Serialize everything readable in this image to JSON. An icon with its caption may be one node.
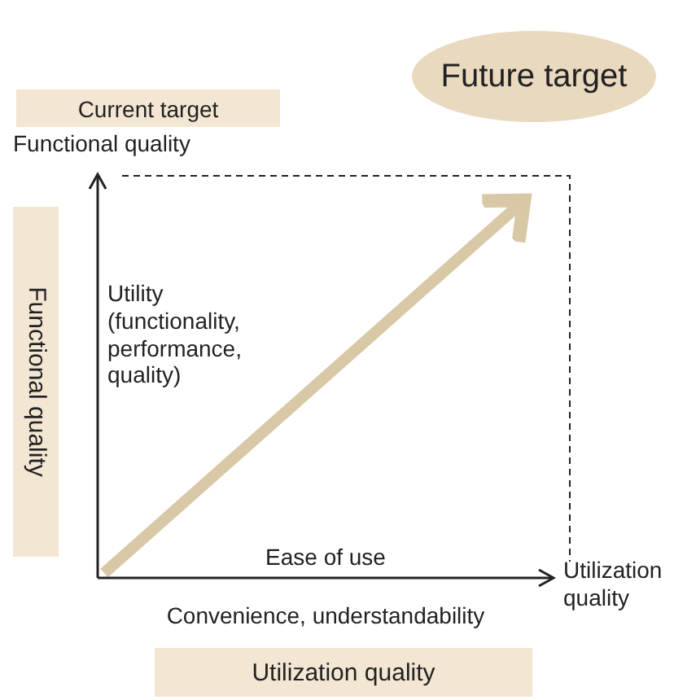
{
  "diagram": {
    "nodes": [
      {
        "text": [
          "Future target"
        ]
      },
      {
        "text": [
          "Current target"
        ]
      },
      {
        "text": [
          "Functional quality"
        ]
      },
      {
        "text": [
          "Utilization quality"
        ]
      }
    ],
    "labels": [
      "Functional quality",
      "Utility (functionality, performance, quality)",
      "Ease of use",
      "Utilization quality",
      "Convenience, understandability"
    ]
  }
}
